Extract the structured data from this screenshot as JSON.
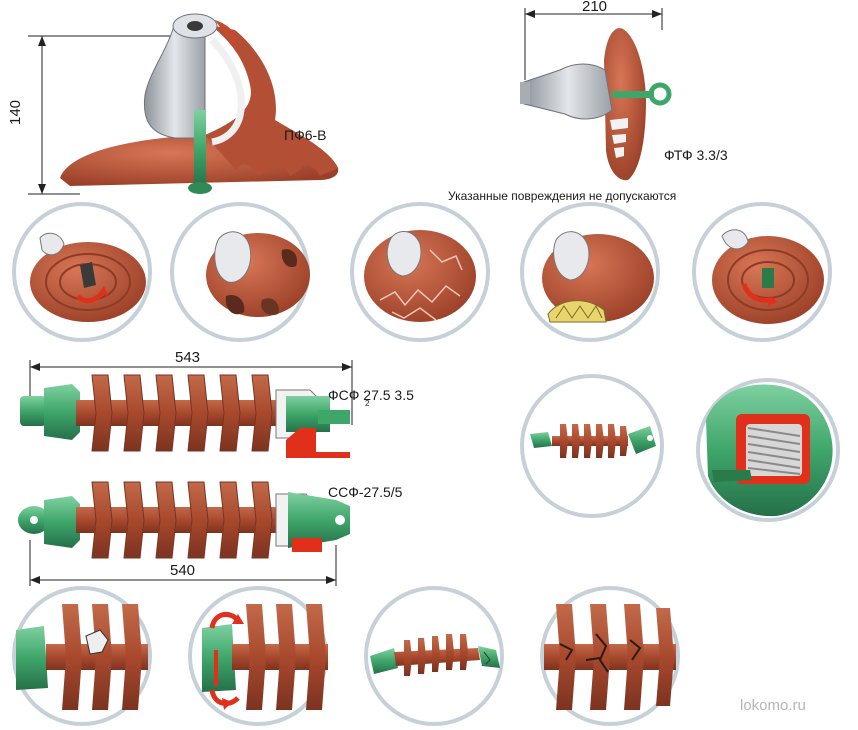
{
  "labels": {
    "dim_140": "140",
    "dim_210": "210",
    "dim_543": "543",
    "dim_540": "540",
    "pf6": "ПФ6-В",
    "ftf": "ФТФ 3.3/3",
    "fsf": "ФСФ 27.5 3.5",
    "fsf_sub": "2",
    "ssf": "ССФ-27.5/5",
    "warning": "Указанные повреждения не допускаются",
    "watermark": "lokomo.ru"
  },
  "colors": {
    "porcelain": "#b8553a",
    "porcelain_dark": "#8e3a24",
    "green": "#3fa66a",
    "green_dark": "#2a7a4a",
    "glass": "#c9ccd2",
    "circle_border": "#c6d0d8",
    "damage_red": "#e0301c"
  }
}
